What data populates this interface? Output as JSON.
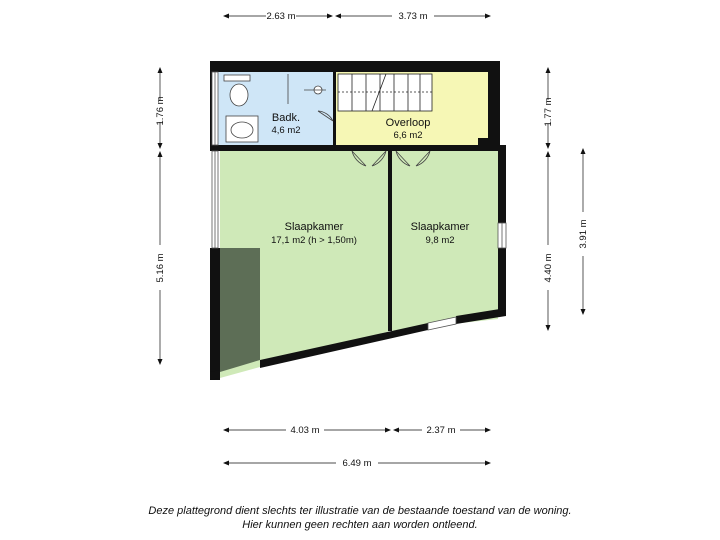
{
  "dimensions": {
    "top": [
      "2.63 m",
      "3.73 m"
    ],
    "bottom_rooms": [
      "4.03 m",
      "2.37 m"
    ],
    "bottom_total": "6.49 m",
    "left": [
      "1.76 m",
      "5.16 m"
    ],
    "right": [
      "1.77 m",
      "4.40 m",
      "3.91 m"
    ]
  },
  "rooms": {
    "bathroom": {
      "name": "Badk.",
      "area": "4,6 m2",
      "color": "#cfe6f7"
    },
    "landing": {
      "name": "Overloop",
      "area": "6,6 m2",
      "color": "#f6f7b5"
    },
    "bedroom_large": {
      "name": "Slaapkamer",
      "area": "17,1 m2 (h > 1,50m)",
      "color": "#cfe9b8"
    },
    "bedroom_small": {
      "name": "Slaapkamer",
      "area": "9,8 m2",
      "color": "#cfe9b8"
    }
  },
  "colors": {
    "wall": "#111111",
    "low_ceiling": "#5d6e56"
  },
  "disclaimer": {
    "line1": "Deze plattegrond dient slechts ter illustratie van de bestaande toestand van de woning.",
    "line2": "Hier kunnen geen rechten aan worden ontleend."
  }
}
